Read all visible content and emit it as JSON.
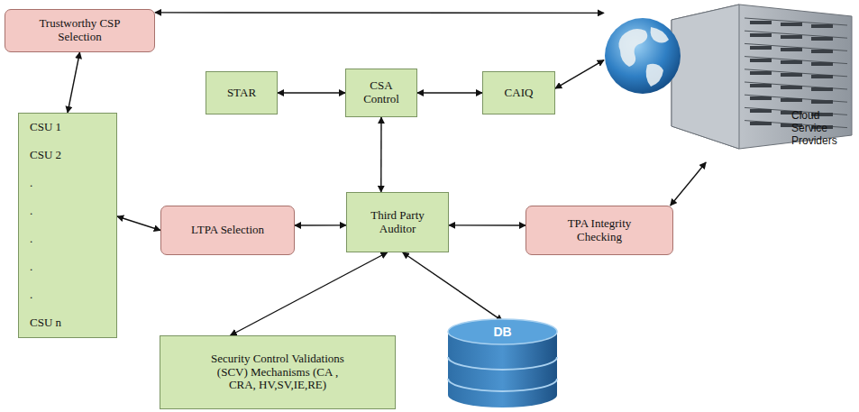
{
  "diagram": {
    "nodes": [
      {
        "text": [
          "Trustworthy CSP Selection"
        ]
      },
      {
        "text": [
          "STAR"
        ]
      },
      {
        "text": [
          "CSA Control"
        ]
      },
      {
        "text": [
          "CAIQ"
        ]
      },
      {
        "text": [
          "Cloud Service Providers"
        ]
      },
      {
        "text": [
          "CSU 1",
          "CSU 2",
          ".",
          ".",
          ".",
          ".",
          ".",
          "CSU n"
        ]
      },
      {
        "text": [
          "LTPA Selection"
        ]
      },
      {
        "text": [
          "Third Party Auditor"
        ]
      },
      {
        "text": [
          "TPA Integrity Checking"
        ]
      },
      {
        "text": [
          "Security Control Validations (SCV) Mechanisms (CA , CRA, HV,SV,IE,RE)"
        ]
      },
      {
        "text": [
          "DB"
        ]
      }
    ],
    "edges": [
      {
        "from": 0,
        "to": 4,
        "arrow": "both"
      },
      {
        "from": 0,
        "to": 5,
        "arrow": "both"
      },
      {
        "from": 1,
        "to": 2,
        "arrow": "both"
      },
      {
        "from": 2,
        "to": 3,
        "arrow": "both"
      },
      {
        "from": 3,
        "to": 4,
        "arrow": "both"
      },
      {
        "from": 2,
        "to": 7,
        "arrow": "both"
      },
      {
        "from": 5,
        "to": 6,
        "arrow": "both"
      },
      {
        "from": 6,
        "to": 7,
        "arrow": "both"
      },
      {
        "from": 7,
        "to": 8,
        "arrow": "both"
      },
      {
        "from": 8,
        "to": 4,
        "arrow": "both"
      },
      {
        "from": 7,
        "to": 9,
        "arrow": "both"
      },
      {
        "from": 7,
        "to": 10,
        "arrow": "both"
      }
    ]
  }
}
